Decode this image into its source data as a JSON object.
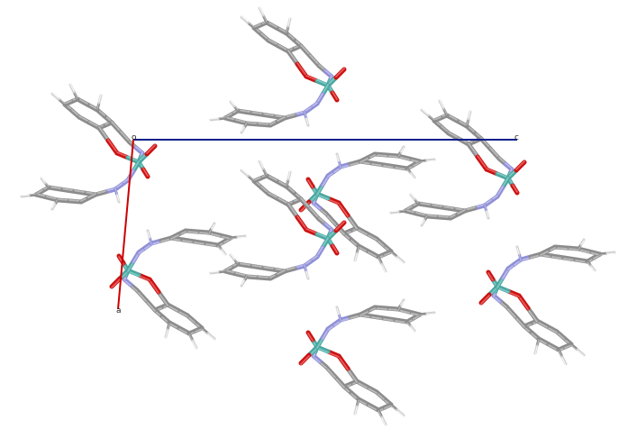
{
  "viewer": {
    "background": "#ffffff",
    "style": "capped-sticks"
  },
  "unit_cell": {
    "axis_labels": [
      "o",
      "a",
      "c"
    ],
    "colors": {
      "a": "#cc0000",
      "c": "#0b1f8c"
    }
  },
  "elements": {
    "C": {
      "color": "#8c8c8c",
      "highlight": "#c4c4c4"
    },
    "H": {
      "color": "#d2d2d2",
      "highlight": "#ffffff"
    },
    "N": {
      "color": "#8f8fd6",
      "highlight": "#c2c2f0"
    },
    "O": {
      "color": "#cc1111",
      "highlight": "#ee6a6a"
    },
    "V": {
      "color": "#4aa6a0",
      "highlight": "#88d0cb"
    }
  },
  "molecule_count": 8
}
